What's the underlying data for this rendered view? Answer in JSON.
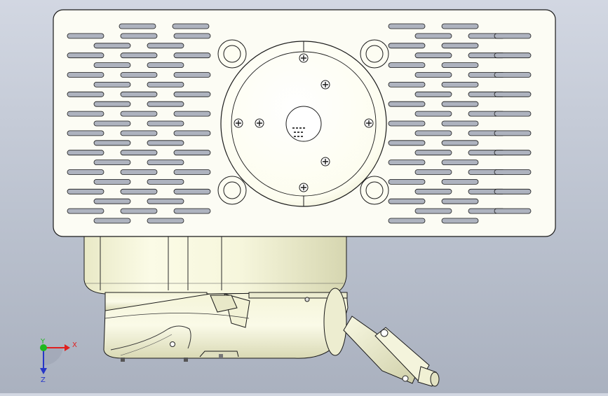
{
  "viewport": {
    "background_top": "#d2d7e2",
    "background_bottom": "#aab1bf",
    "model_color": "#fbfbea",
    "edge_color": "#1a1a1a"
  },
  "triad": {
    "x_label": "X",
    "y_label": "Y",
    "z_label": "Z",
    "x_color": "#e0201f",
    "y_color": "#1fb81f",
    "z_color": "#2636c8"
  }
}
